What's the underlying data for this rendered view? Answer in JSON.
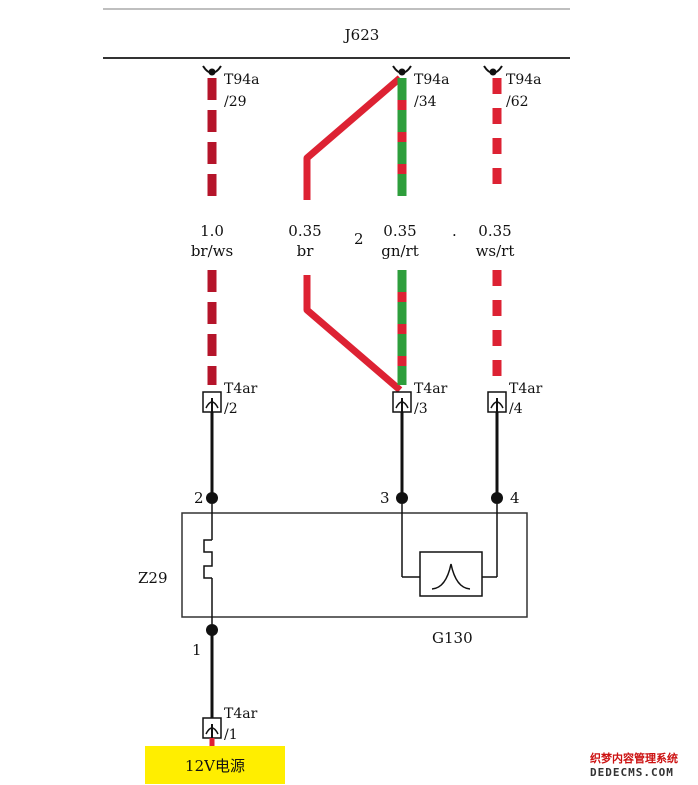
{
  "ecu": {
    "name": "J623"
  },
  "top_connectors": [
    {
      "name": "T94a",
      "pin": "/29"
    },
    {
      "name": "T94a",
      "pin": "/34"
    },
    {
      "name": "T94a",
      "pin": "/62"
    }
  ],
  "wires": [
    {
      "size": "1.0",
      "color": "br/ws"
    },
    {
      "size": "0.35",
      "color": "br"
    },
    {
      "size": "0.35",
      "color": "gn/rt"
    },
    {
      "size": "0.35",
      "color": "ws/rt"
    }
  ],
  "note": "2",
  "bottom_connectors": [
    {
      "name": "T4ar",
      "pin": "/2"
    },
    {
      "name": "T4ar",
      "pin": "/3"
    },
    {
      "name": "T4ar",
      "pin": "/4"
    },
    {
      "name": "T4ar",
      "pin": "/1"
    }
  ],
  "component_pins": [
    "2",
    "3",
    "4",
    "1"
  ],
  "heater_label": "Z29",
  "sensor_label": "G130",
  "power_label": "12V电源",
  "colors": {
    "red": "#dd2233",
    "green": "#2e9e3c",
    "highlight": "#ffee00",
    "wire_black": "#111111"
  },
  "watermark": {
    "line1": "织梦内容管理系统",
    "line2": "DEDECMS.COM"
  }
}
